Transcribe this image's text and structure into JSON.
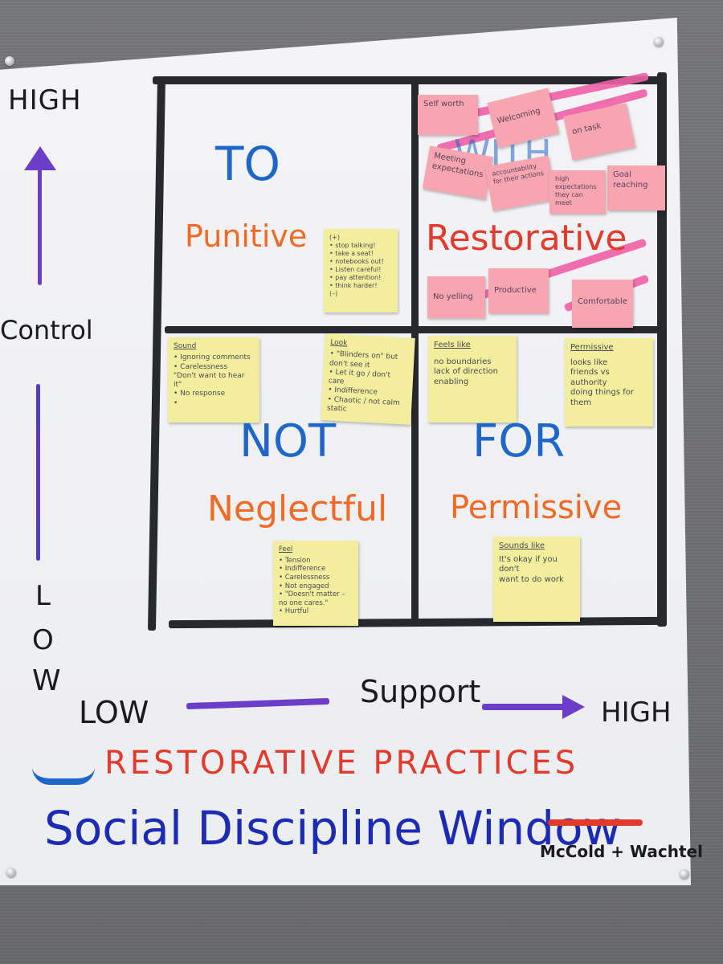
{
  "axis_left": {
    "high": "HIGH",
    "control": "Control",
    "low": [
      "L",
      "O",
      "W"
    ]
  },
  "axis_bottom": {
    "low": "LOW",
    "support": "Support",
    "high": "HIGH"
  },
  "quadrants": {
    "top_left": {
      "word": "TO",
      "label": "Punitive"
    },
    "top_right": {
      "word": "WITH",
      "label": "Restorative"
    },
    "bottom_left": {
      "word": "NOT",
      "label": "Neglectful"
    },
    "bottom_right": {
      "word": "FOR",
      "label": "Permissive"
    }
  },
  "notes": {
    "punitive_list": [
      "(+)",
      "• stop talking!",
      "• take a seat!",
      "• notebooks out!",
      "• Listen careful!",
      "• pay attention!",
      "• think harder!",
      "(–)"
    ],
    "sound": {
      "title": "Sound",
      "lines": [
        "• Ignoring comments",
        "• Carelessness",
        "\"Don't want to hear it\"",
        "• No response",
        "•"
      ]
    },
    "look": {
      "title": "Look",
      "lines": [
        "• \"Blinders on\" but don't see it",
        "• Let it go / don't care",
        "• Indifference",
        "• Chaotic / not calm static"
      ]
    },
    "feels_like": {
      "title": "Feels like",
      "lines": [
        "no boundaries",
        "lack of direction",
        "enabling"
      ]
    },
    "permissive_note": {
      "title": "Permissive",
      "lines": [
        "looks like",
        "friends vs authority",
        "doing things for",
        "them"
      ]
    },
    "feel": {
      "title": "Feel",
      "lines": [
        "• Tension",
        "• Indifference",
        "• Carelessness",
        "• Not engaged",
        "• \"Doesn't matter –",
        "no one cares.\"",
        "• Hurtful"
      ]
    },
    "sounds_like": {
      "title": "Sounds like",
      "lines": [
        "It's okay if you don't",
        "want to do work"
      ]
    },
    "pink": [
      "Self worth",
      "Welcoming",
      "on task",
      "Meeting expectations",
      "accountability for their actions",
      "high expectations they can meet",
      "Goal reaching",
      "No yelling",
      "Productive",
      "Comfortable"
    ]
  },
  "footer": {
    "banner": "RESTORATIVE PRACTICES",
    "title": "Social Discipline Window",
    "credit": "McCold + Wachtel"
  },
  "colors": {
    "marker_black": "#1b1b1e",
    "marker_blue": "#1f66c9",
    "marker_orange": "#f06a26",
    "marker_red": "#e23a2c",
    "marker_purple": "#6c3ec8",
    "marker_pink": "#f05fa6",
    "sticky_yellow": "#f3ee9e",
    "sticky_pink": "#f7a5b1"
  }
}
